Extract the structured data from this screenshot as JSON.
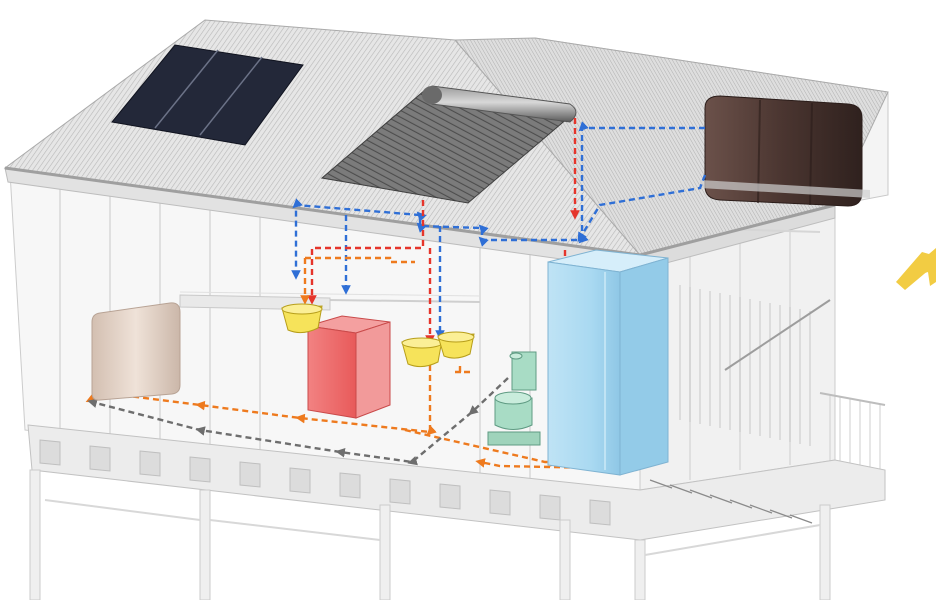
{
  "diagram": {
    "components": [
      {
        "id": "solar-panel",
        "label": ""
      },
      {
        "id": "solar-water-heater",
        "label": ""
      },
      {
        "id": "rainwater-tank",
        "label": ""
      },
      {
        "id": "water-storage-tank",
        "label": ""
      },
      {
        "id": "red-appliance",
        "label": ""
      },
      {
        "id": "beige-appliance",
        "label": ""
      },
      {
        "id": "wash-basins",
        "label": ""
      },
      {
        "id": "toilet",
        "label": ""
      }
    ],
    "flows": [
      {
        "id": "cold-water-line",
        "color": "#2f6fd6"
      },
      {
        "id": "hot-water-line",
        "color": "#e5352b"
      },
      {
        "id": "greywater-line",
        "color": "#ee7a1e"
      },
      {
        "id": "blackwater-line",
        "color": "#6e6e6e"
      }
    ],
    "colors": {
      "structure": "#cfcfcf",
      "roof": "#d9d9d9",
      "solar_panel": "#232839",
      "storage_tank": "#a9d9f1",
      "rain_tank": "#4a3530",
      "red_unit": "#ef6f6f",
      "beige_unit": "#e5d4c8",
      "basin": "#f6e35a",
      "toilet": "#a8dcc5",
      "sun_arrow": "#f2cc43"
    }
  }
}
